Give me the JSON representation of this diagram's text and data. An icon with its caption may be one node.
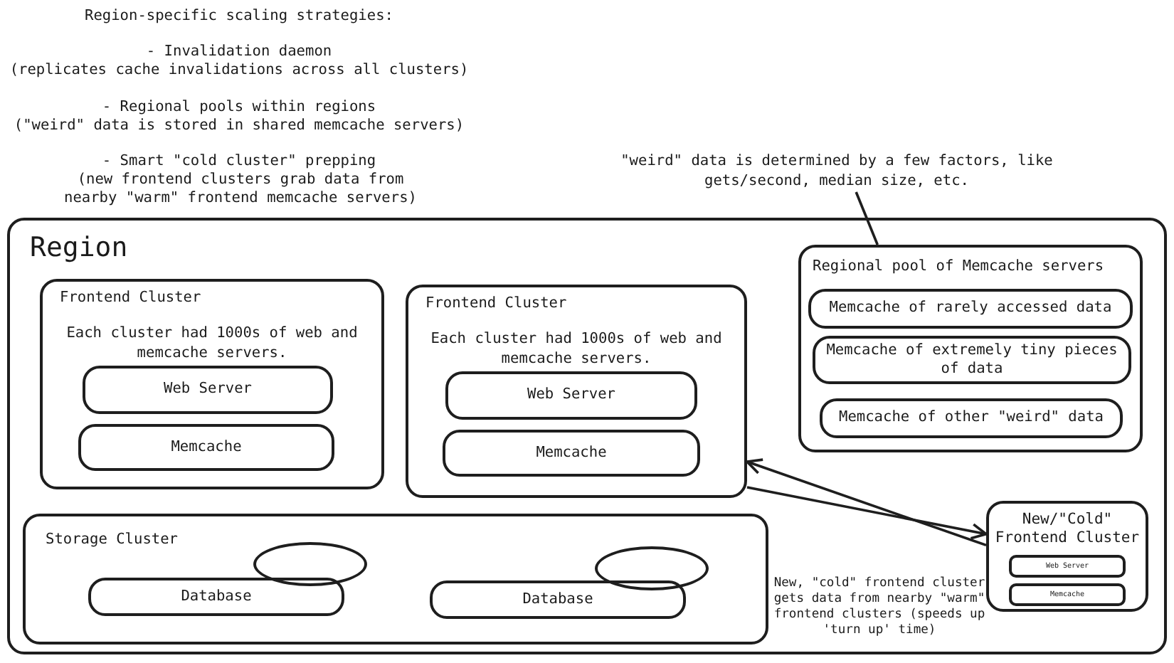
{
  "diagram": {
    "nodes": [
      {
        "text": [
          "Region"
        ]
      },
      {
        "text": [
          "Frontend Cluster",
          "Each cluster had 1000s of web and memcache servers."
        ],
        "in": 0
      },
      {
        "text": [
          "Web Server"
        ],
        "in": 1
      },
      {
        "text": [
          "Memcache"
        ],
        "in": 1
      },
      {
        "text": [
          "Frontend Cluster",
          "Each cluster had 1000s of web and memcache servers."
        ],
        "in": 0
      },
      {
        "text": [
          "Web Server"
        ],
        "in": 4
      },
      {
        "text": [
          "Memcache"
        ],
        "in": 4
      },
      {
        "text": [
          "Regional pool of Memcache servers"
        ],
        "in": 0
      },
      {
        "text": [
          "Memcache of rarely accessed data"
        ],
        "in": 7
      },
      {
        "text": [
          "Memcache of extremely tiny pieces of data"
        ],
        "in": 7
      },
      {
        "text": [
          "Memcache of other \"weird\" data"
        ],
        "in": 7
      },
      {
        "text": [
          "Storage Cluster"
        ],
        "in": 0
      },
      {
        "text": [
          "Database"
        ],
        "in": 11
      },
      {
        "text": [],
        "shape": "circle",
        "in": 11
      },
      {
        "text": [
          "Database"
        ],
        "in": 11
      },
      {
        "text": [],
        "shape": "circle",
        "in": 11
      },
      {
        "text": [
          "New/\"Cold\" Frontend Cluster"
        ],
        "in": 0,
        "beside": [
          "New, \"cold\" frontend cluster gets data from nearby \"warm\" frontend clusters (speeds up 'turn up' time)"
        ]
      },
      {
        "text": [
          "Web Server"
        ],
        "in": 16
      },
      {
        "text": [
          "Memcache"
        ],
        "in": 16
      },
      {
        "text": [
          "\"weird\" data is determined by a few factors, like gets/second, median size, etc."
        ]
      }
    ],
    "edges": [
      {
        "from": 16,
        "to": 4,
        "arrow": "to"
      },
      {
        "from": 4,
        "to": 16,
        "arrow": "to"
      },
      {
        "from": 19,
        "to": 7,
        "arrow": "none"
      }
    ],
    "labels": [
      "Region-specific scaling strategies:",
      "- Invalidation daemon",
      "(replicates cache invalidations across all clusters)",
      "- Regional pools within regions",
      "(\"weird\" data is stored in shared memcache servers)",
      "- Smart \"cold cluster\" prepping",
      "(new frontend clusters grab data from nearby \"warm\" frontend memcache servers)"
    ]
  }
}
